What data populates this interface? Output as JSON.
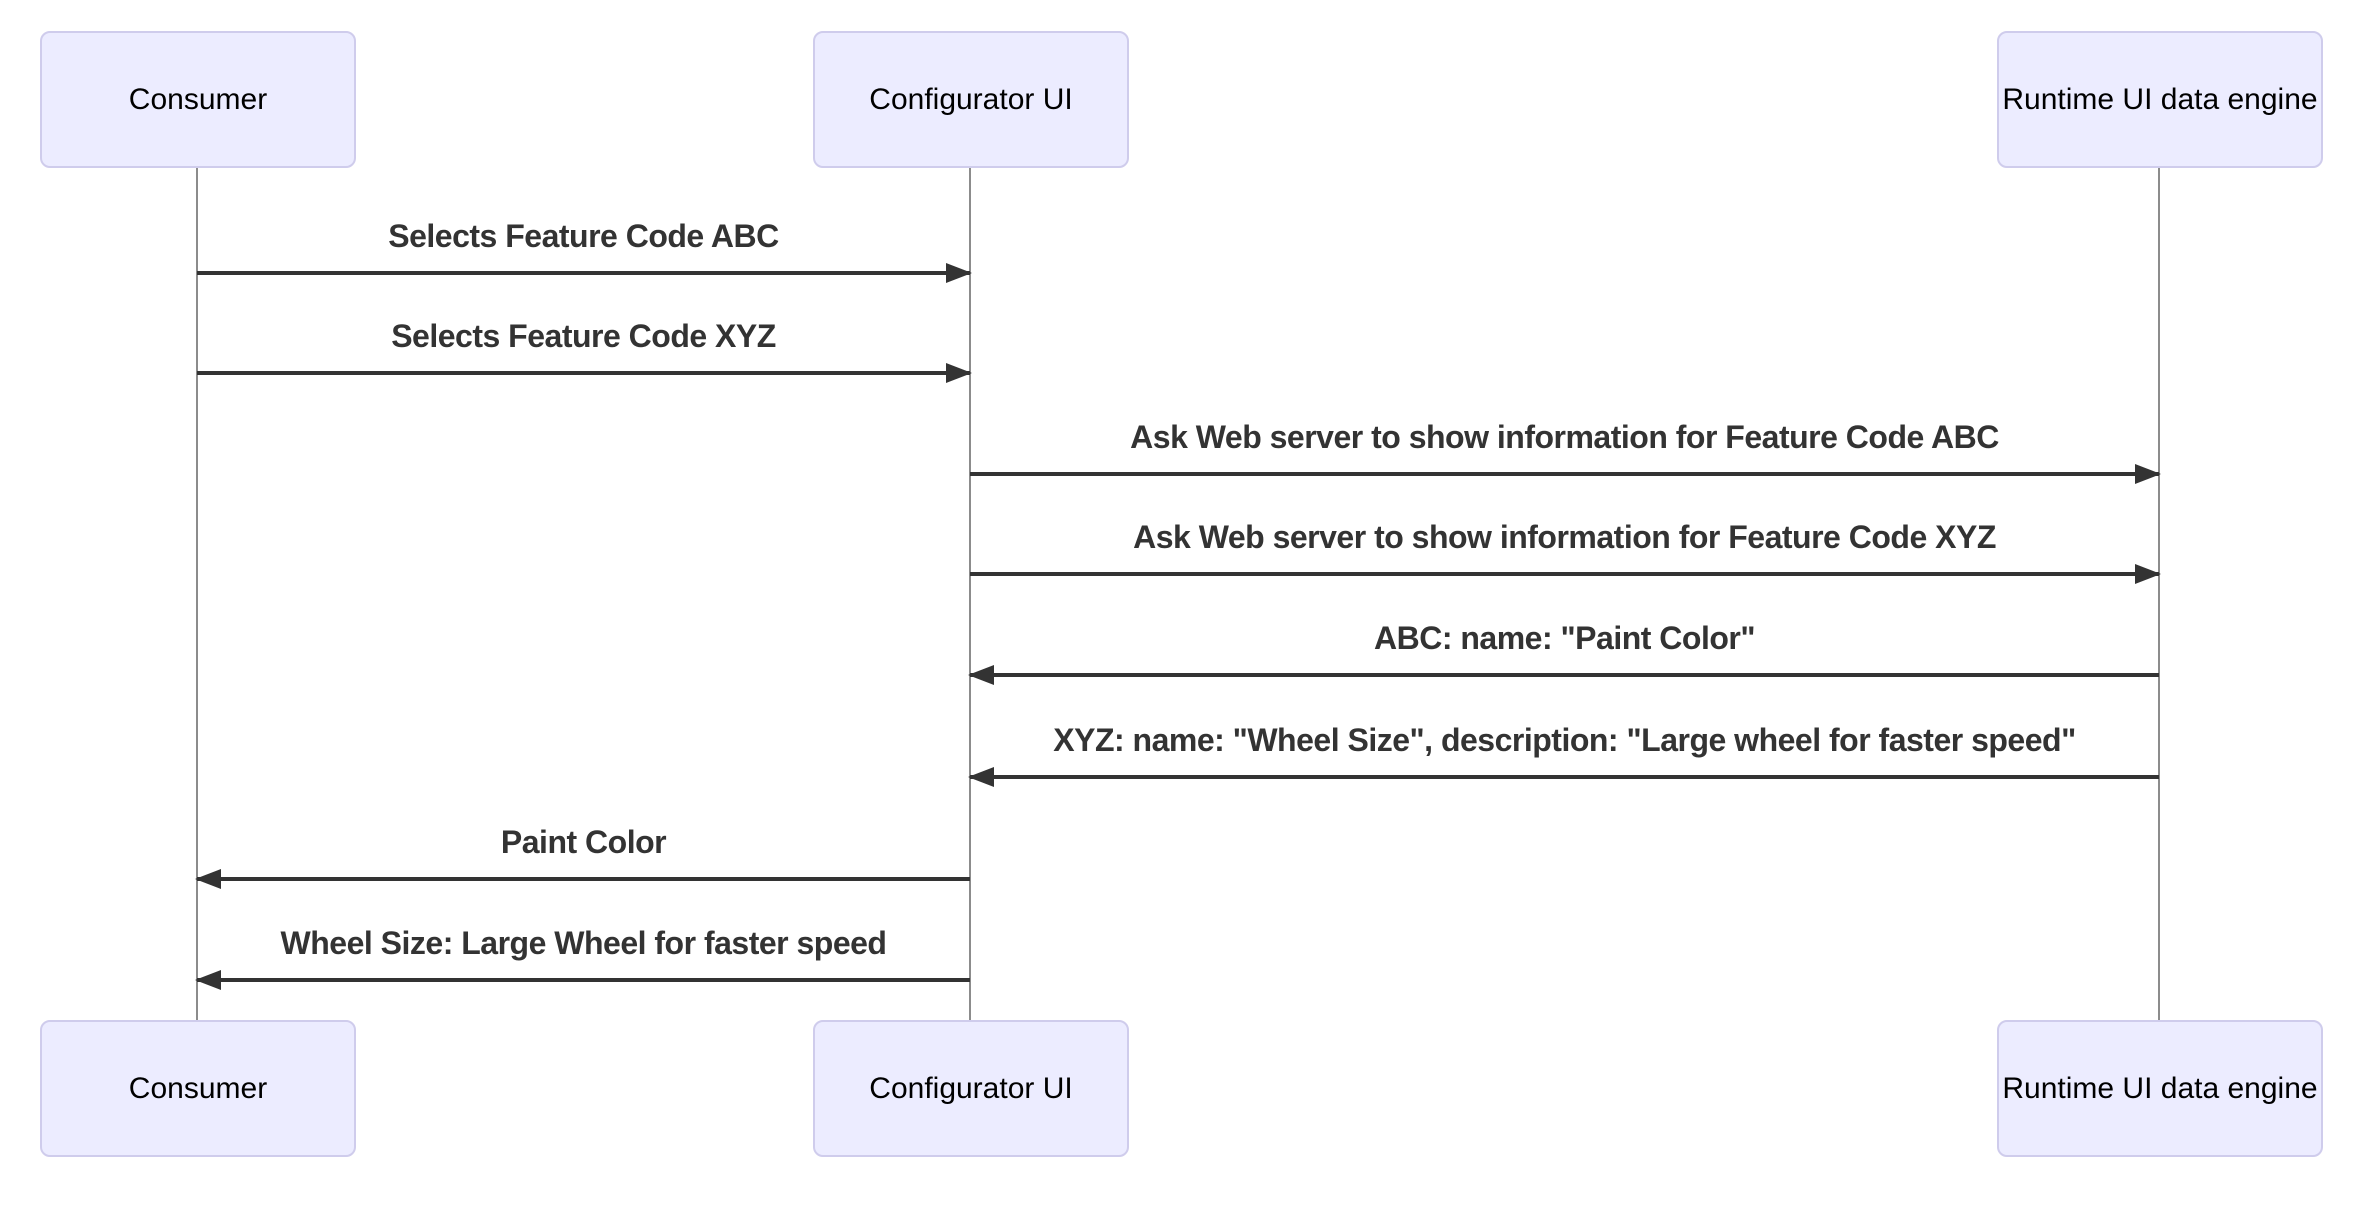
{
  "diagram": {
    "type": "sequence-diagram",
    "background": "#ffffff",
    "colors": {
      "actor_fill": "#ECECFF",
      "actor_border": "#CFCCEC",
      "actor_text": "#000000",
      "lifeline": "#8c8c8c",
      "message_line": "#333333",
      "message_text": "#333333"
    },
    "actors": [
      {
        "id": "consumer",
        "label": "Consumer"
      },
      {
        "id": "configurator-ui",
        "label": "Configurator UI"
      },
      {
        "id": "runtime-ui-data-engine",
        "label": "Runtime UI data engine"
      }
    ],
    "messages": [
      {
        "from": "Consumer",
        "to": "Configurator UI",
        "direction": "right",
        "arrow": "solid-filled",
        "label": "Selects Feature Code ABC"
      },
      {
        "from": "Consumer",
        "to": "Configurator UI",
        "direction": "right",
        "arrow": "solid-filled",
        "label": "Selects Feature Code XYZ"
      },
      {
        "from": "Configurator UI",
        "to": "Runtime UI data engine",
        "direction": "right",
        "arrow": "solid-filled",
        "label": "Ask Web server to show information for Feature Code ABC"
      },
      {
        "from": "Configurator UI",
        "to": "Runtime UI data engine",
        "direction": "right",
        "arrow": "solid-filled",
        "label": "Ask Web server to show information for Feature Code XYZ"
      },
      {
        "from": "Runtime UI data engine",
        "to": "Configurator UI",
        "direction": "left",
        "arrow": "solid-filled",
        "label": "ABC: name: \"Paint Color\""
      },
      {
        "from": "Runtime UI data engine",
        "to": "Configurator UI",
        "direction": "left",
        "arrow": "solid-filled",
        "label": "XYZ: name: \"Wheel Size\", description: \"Large wheel for faster speed\""
      },
      {
        "from": "Configurator UI",
        "to": "Consumer",
        "direction": "left",
        "arrow": "solid-filled",
        "label": "Paint Color"
      },
      {
        "from": "Configurator UI",
        "to": "Consumer",
        "direction": "left",
        "arrow": "solid-filled",
        "label": "Wheel Size: Large Wheel for faster speed"
      }
    ]
  }
}
